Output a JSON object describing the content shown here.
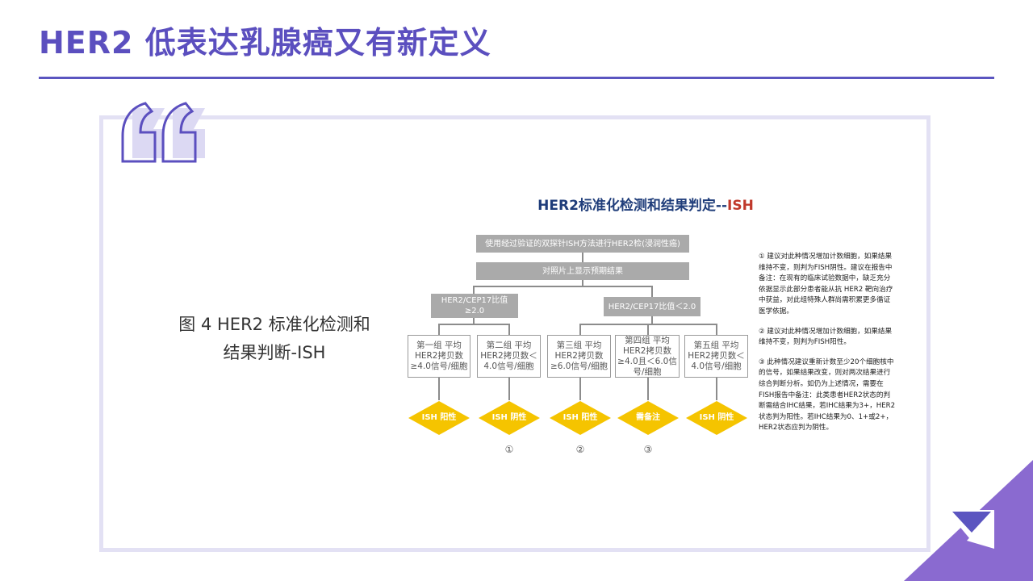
{
  "slide": {
    "title": "HER2 低表达乳腺癌又有新定义",
    "caption": "图 4 HER2 标准化检测和结果判断-ISH"
  },
  "colors": {
    "accent": "#5b4fbf",
    "diamond": "#f5c400",
    "box_gray": "#aaaaaa",
    "title_blue": "#1f3d7a",
    "title_red": "#c0392b"
  },
  "icons": {
    "quote": "quote-mark-icon",
    "corner": "corner-logo-icon"
  },
  "flowchart": {
    "title_main": "HER2标准化检测和结果判定--",
    "title_suffix": "ISH",
    "step1": "使用经过验证的双探针ISH方法进行HER2检(浸润性癌)",
    "step2": "对照片上显示预期结果",
    "branch_left": "HER2/CEP17比值≥2.0",
    "branch_right": "HER2/CEP17比值＜2.0",
    "groups": [
      {
        "label": "第一组 平均HER2拷贝数≥4.0信号/细胞",
        "result": "ISH 阳性",
        "note": ""
      },
      {
        "label": "第二组 平均HER2拷贝数＜4.0信号/细胞",
        "result": "ISH 阴性",
        "note": "①"
      },
      {
        "label": "第三组 平均HER2拷贝数≥6.0信号/细胞",
        "result": "ISH 阳性",
        "note": "②"
      },
      {
        "label": "第四组 平均HER2拷贝数≥4.0且＜6.0信号/细胞",
        "result": "需备注",
        "note": "③"
      },
      {
        "label": "第五组 平均HER2拷贝数＜4.0信号/细胞",
        "result": "ISH 阴性",
        "note": ""
      }
    ],
    "notes": [
      "① 建议对此种情况增加计数细胞，如果结果维持不变，则判为FISH阴性。建议在报告中备注：在现有的临床试验数据中，缺乏充分依据显示此部分患者能从抗 HER2 靶向治疗中获益，对此组特殊人群尚需积累更多循证医学依据。",
      "② 建议对此种情况增加计数细胞，如果结果维持不变，则判为FISH阳性。",
      "③ 此种情况建议重新计数至少20个细胞核中的信号，如果结果改变，则对两次结果进行综合判断分析。如仍为上述情况，需要在FISH报告中备注：此类患者HER2状态的判断需结合IHC结果，若IHC结果为3+，HER2状态判为阳性。若IHC结果为0、1+或2+，HER2状态应判为阴性。"
    ]
  }
}
